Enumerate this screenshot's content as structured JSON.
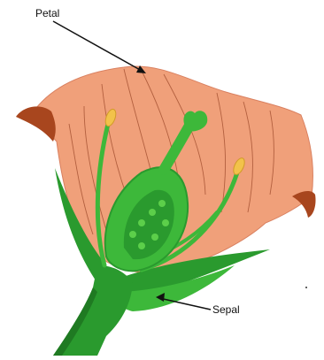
{
  "labels": {
    "petal": "Petal",
    "sepal": "Sepal"
  },
  "colors": {
    "petal_fill": "#f0a07a",
    "petal_edge": "#c8603a",
    "petal_curl": "#a8461e",
    "vein": "#9e4a2b",
    "stem": "#2a9a2e",
    "stem_dark": "#1f7a22",
    "ovary": "#3db83a",
    "ovary_inner": "#2a9a2e",
    "light_green": "#5ccf4a",
    "anther": "#f2c24a",
    "leader": "#111111"
  },
  "icons": [
    "flower-diagram"
  ]
}
